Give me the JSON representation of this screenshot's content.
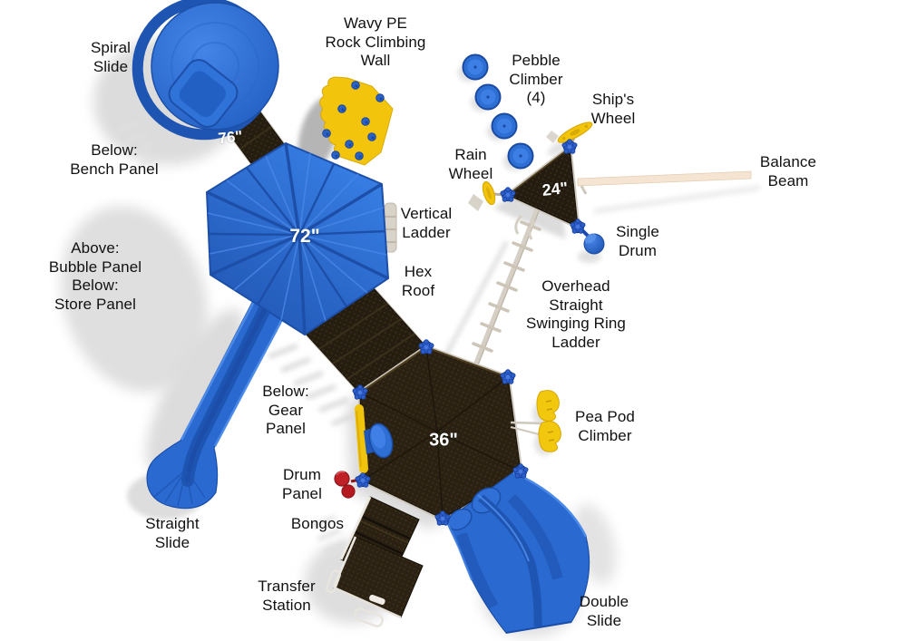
{
  "diagram": {
    "name": "playground-structure-top-view",
    "dimension_labels": {
      "bridge": "76\"",
      "hex_roof": "72\"",
      "triangle_deck": "24\"",
      "main_deck": "36\""
    },
    "labels": {
      "spiral_slide": "Spiral\nSlide",
      "wavy_wall": "Wavy PE\nRock Climbing\nWall",
      "pebble_climber": "Pebble\nClimber\n(4)",
      "ships_wheel": "Ship's\nWheel",
      "rain_wheel": "Rain\nWheel",
      "balance_beam": "Balance\nBeam",
      "below_bench": "Below:\nBench Panel",
      "bubble_store": "Above:\nBubble Panel\nBelow:\nStore Panel",
      "vertical_ladder": "Vertical\nLadder",
      "hex_roof": "Hex\nRoof",
      "single_drum": "Single\nDrum",
      "ring_ladder": "Overhead\nStraight\nSwinging Ring\nLadder",
      "gear_panel": "Below:\nGear\nPanel",
      "pea_pod": "Pea Pod\nClimber",
      "drum_panel": "Drum\nPanel",
      "bongos": "Bongos",
      "straight_slide": "Straight\nSlide",
      "transfer_station": "Transfer\nStation",
      "double_slide": "Double\nSlide"
    },
    "colors": {
      "equipment_blue": "#2a6ad0",
      "roof_blue": "#2d6fd8",
      "deck_brown": "#2a2113",
      "accent_yellow": "#f2c50c",
      "accent_red": "#bf2026",
      "beam_cream": "#f5e4d1",
      "rail_gray": "#d6cfc5",
      "label_text": "#111111",
      "dimension_text": "#ffffff"
    }
  }
}
